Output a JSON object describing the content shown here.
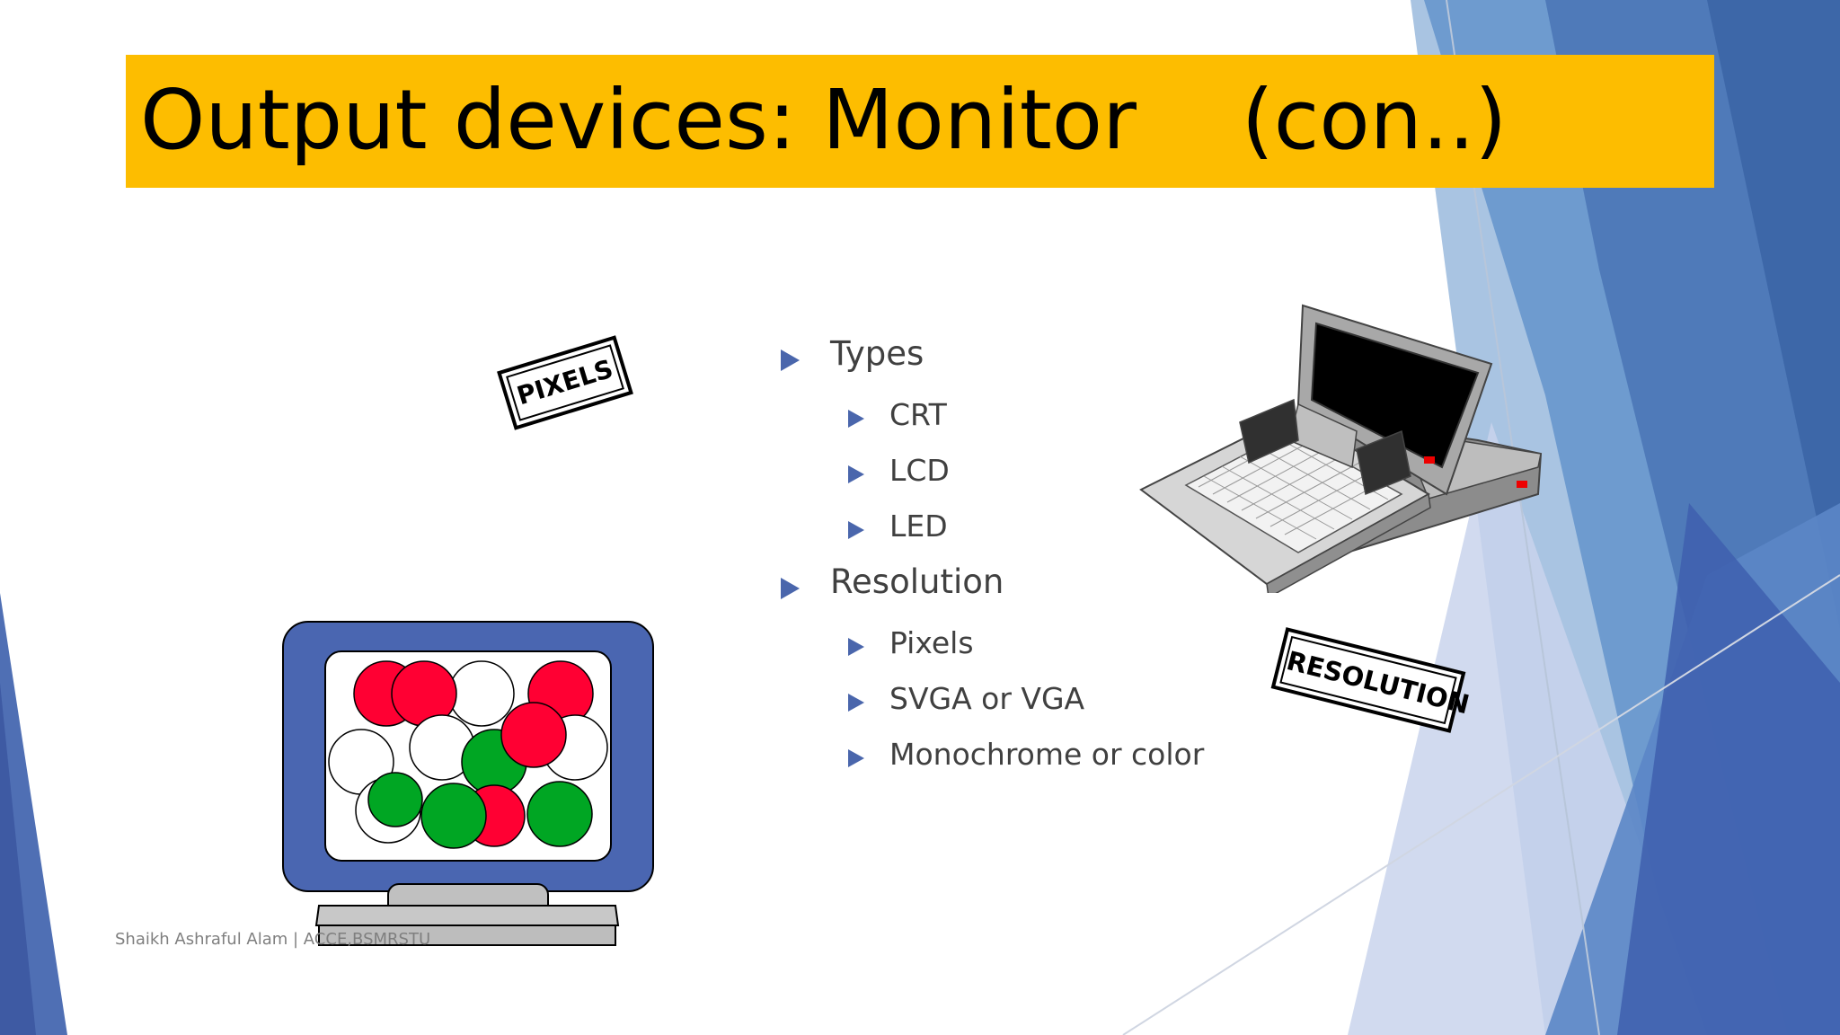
{
  "slide": {
    "title": "Output devices: Monitor    (con..)",
    "footer": "Shaikh Ashraful Alam | ACCE,BSMRSTU"
  },
  "bullets": [
    {
      "level": 1,
      "text": "Types"
    },
    {
      "level": 2,
      "text": "CRT"
    },
    {
      "level": 2,
      "text": "LCD"
    },
    {
      "level": 2,
      "text": "LED"
    },
    {
      "level": 1,
      "text": "Resolution"
    },
    {
      "level": 2,
      "text": "Pixels"
    },
    {
      "level": 2,
      "text": "SVGA or VGA"
    },
    {
      "level": 2,
      "text": "Monochrome or color"
    }
  ],
  "clipart": {
    "pixels_stamp": "PIXELS",
    "resolution_stamp": "RESOLUTION",
    "monitor_icon": "monitor-pixels-icon",
    "laptop_icon": "laptop-icon"
  },
  "colors": {
    "title_bar": "#FDBD00",
    "accent_blue": "#4A66AC",
    "pixel_red": "#FF0033",
    "pixel_green": "#00A623"
  }
}
